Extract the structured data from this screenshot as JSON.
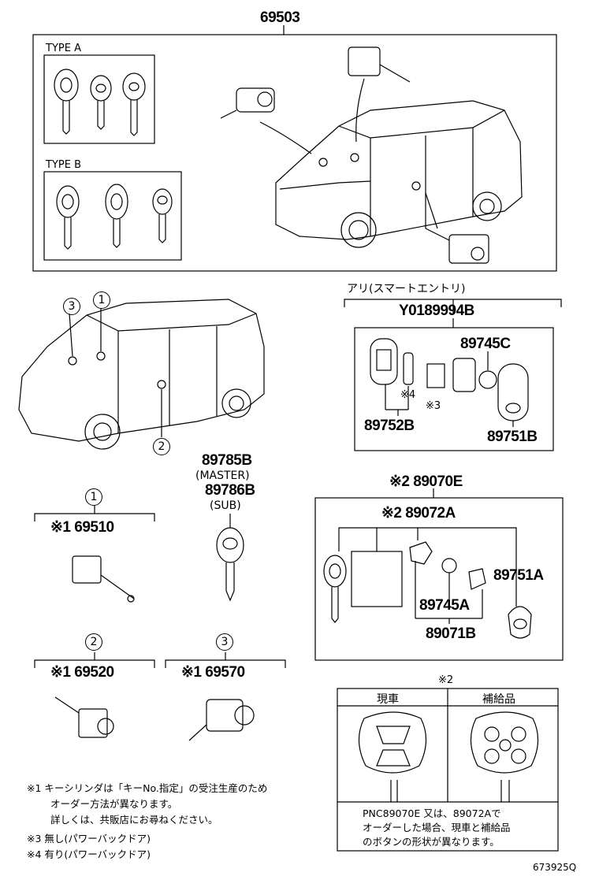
{
  "parts": {
    "p69503": "69503",
    "type_a": "TYPE A",
    "type_b": "TYPE B",
    "smart_entry": "アリ(スマートエントリ)",
    "y01": "Y0189994B",
    "p89745C": "89745C",
    "p89752B": "89752B",
    "p89751B": "89751B",
    "mark4a": "※4",
    "mark3a": "※3",
    "p89785B": "89785B",
    "master": "(MASTER)",
    "p89786B": "89786B",
    "sub": "(SUB)",
    "p89070E": "※2 89070E",
    "p89072A": "※2 89072A",
    "p89751A": "89751A",
    "p89745A": "89745A",
    "p89071B": "89071B",
    "p69510": "※1 69510",
    "p69520": "※1 69520",
    "p69570": "※1 69570",
    "c1": "1",
    "c2": "2",
    "c3": "3"
  },
  "compare": {
    "mark": "※2",
    "col1": "現車",
    "col2": "補給品",
    "note1": "PNC89070E 又は、89072Aで",
    "note2": "オーダーした場合、現車と補給品",
    "note3": "のボタンの形状が異なります。"
  },
  "notes": {
    "n1a": "※1  キーシリンダは「キーNo.指定」の受注生産のため",
    "n1b": "オーダー方法が異なります。",
    "n1c": "詳しくは、共販店にお尋ねください。",
    "n3": "※3  無し(パワーバックドア)",
    "n4": "※4  有り(パワーバックドア)"
  },
  "footer": {
    "code": "673925Q"
  }
}
